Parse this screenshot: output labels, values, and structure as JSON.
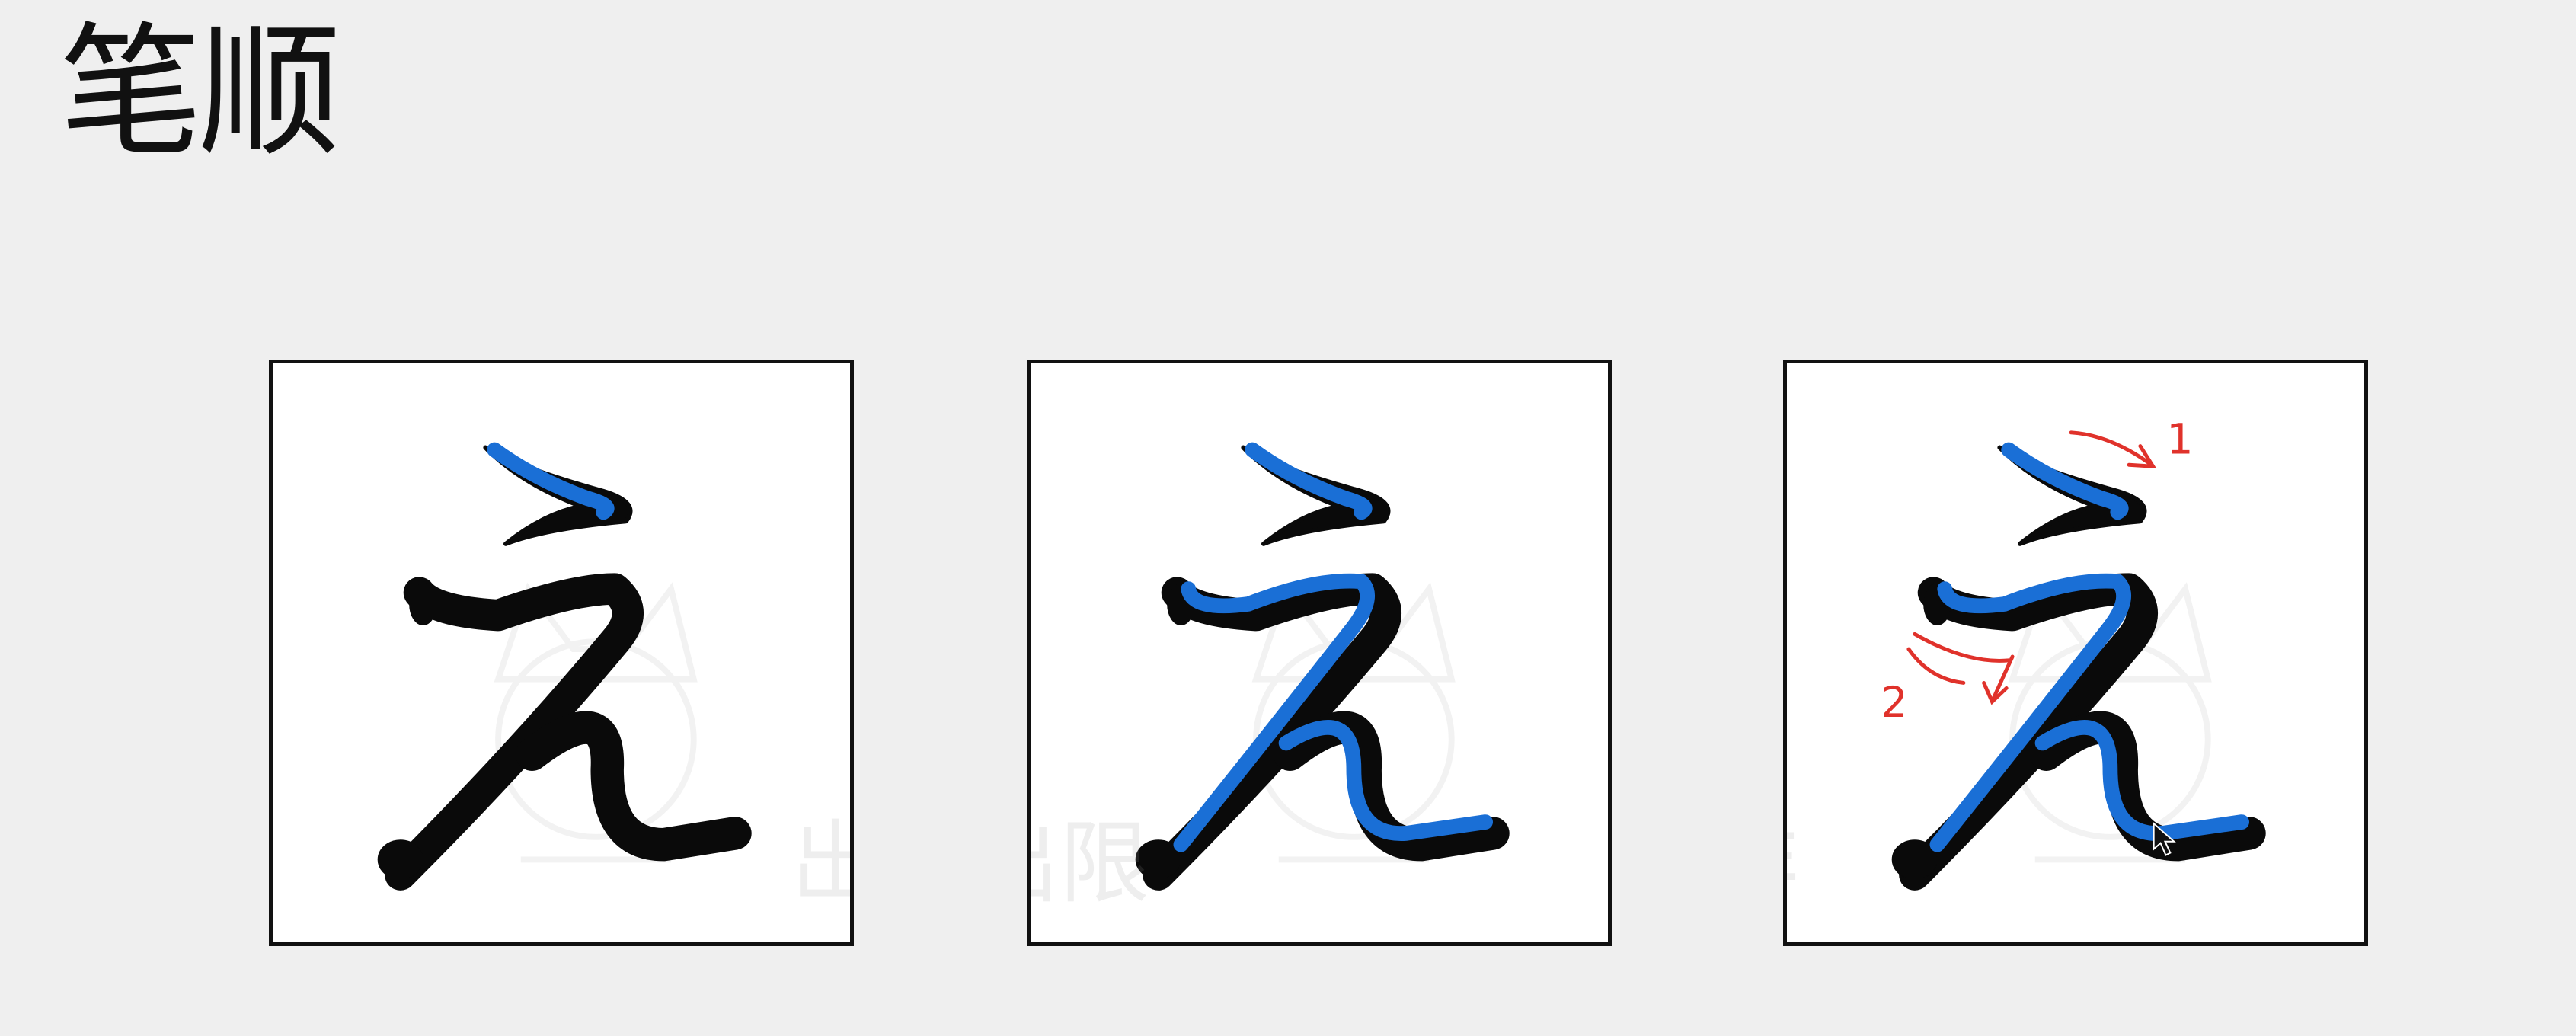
{
  "page": {
    "title": "笔顺"
  },
  "watermark": {
    "text_left": "出限",
    "text_right": "均非"
  },
  "colors": {
    "ink": "#0a0a0a",
    "trace": "#1a6fd6",
    "annotation": "#e0322b",
    "background": "#efefef"
  },
  "panels": [
    {
      "step": 1,
      "traced_strokes": 1,
      "annotations": []
    },
    {
      "step": 2,
      "traced_strokes": 2,
      "annotations": []
    },
    {
      "step": 3,
      "traced_strokes": 2,
      "annotations": [
        "1",
        "2"
      ]
    }
  ]
}
